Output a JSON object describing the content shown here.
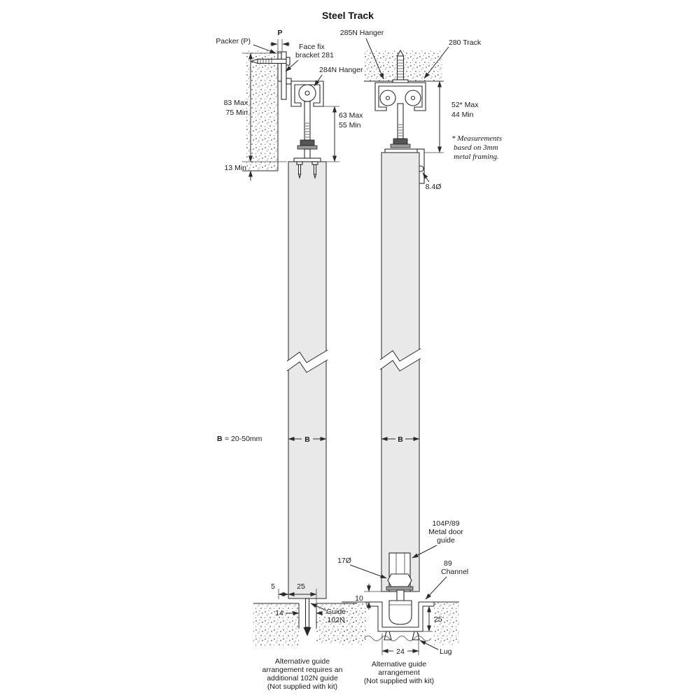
{
  "title": "Steel Track",
  "left_view": {
    "packer_label": "Packer (P)",
    "p_label": "P",
    "face_fix_line1": "Face fix",
    "face_fix_line2": "bracket 281",
    "hanger_label": "284N Hanger",
    "dim_83_max": "83 Max",
    "dim_75_min": "75 Min",
    "dim_63_max": "63 Max",
    "dim_55_min": "55 Min",
    "dim_13_min": "13 Min",
    "b_bold": "B",
    "b_range": "= 20-50mm",
    "b_dim": "B",
    "dim_5": "5",
    "dim_25": "25",
    "dim_14": "14",
    "guide_line1": "Guide",
    "guide_line2": "102N",
    "note_line1": "Alternative guide",
    "note_line2": "arrangement requires an",
    "note_line3": "additional 102N guide",
    "note_line4": "(Not supplied with kit)"
  },
  "right_view": {
    "hanger_label": "285N Hanger",
    "track_label": "280 Track",
    "dim_52_max": "52* Max",
    "dim_44_min": "44 Min",
    "footnote_line1": "* Measurements",
    "footnote_line2": "based on 3mm",
    "footnote_line3": "metal framing.",
    "dia_8_4": "8.4Ø",
    "b_dim": "B",
    "guide_line1": "104P/89",
    "guide_line2": "Metal door",
    "guide_line3": "guide",
    "dia_17": "17Ø",
    "channel_line1": "89",
    "channel_line2": "Channel",
    "dim_10": "10",
    "dim_25": "25",
    "dim_24": "24",
    "lug_label": "Lug",
    "note_line1": "Alternative guide",
    "note_line2": "arrangement",
    "note_line3": "(Not supplied with kit)"
  }
}
